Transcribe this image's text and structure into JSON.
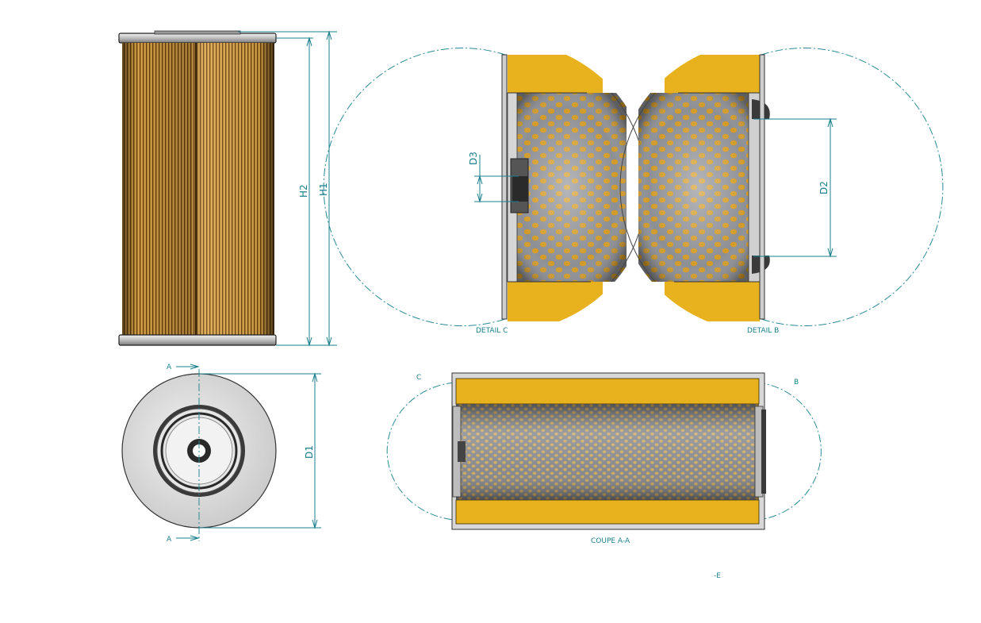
{
  "labels": {
    "h1": "H1",
    "h2": "H2",
    "d1": "D1",
    "d2": "D2",
    "d3": "D3",
    "section_marker_top": "A",
    "section_marker_bottom": "A",
    "detail_c": "DETAIL C",
    "detail_b": "DETAIL B",
    "coupe": "COUPE A-A",
    "callout_c": "C",
    "callout_b": "B",
    "corner_mark": "-E"
  },
  "colors": {
    "media_yellow": "#e8b21e",
    "pleat_brown": "#8a5a14",
    "steel": "#b9bcc0",
    "dimension": "#1b7f8c"
  }
}
